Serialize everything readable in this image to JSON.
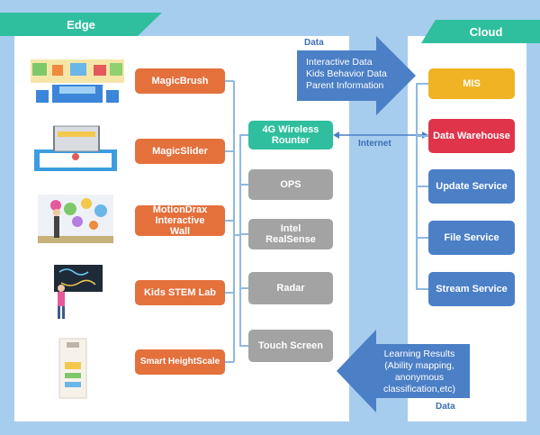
{
  "banners": {
    "edge": "Edge",
    "cloud": "Cloud"
  },
  "labels": {
    "data_top": "Data",
    "internet": "Internet",
    "data_bottom": "Data"
  },
  "arrow_top": [
    "Interactive Data",
    "Kids Behavior Data",
    "Parent Information"
  ],
  "arrow_bottom": [
    "Learning Results",
    "(Ability mapping,",
    "anonymous",
    "classification,etc)"
  ],
  "devices": [
    {
      "label": "MagicBrush",
      "image": "magicbrush-image"
    },
    {
      "label": "MagicSlider",
      "image": "magicslider-image"
    },
    {
      "label": "MotionDrax Interactive Wall",
      "image": "motiondrax-image"
    },
    {
      "label": "Kids STEM Lab",
      "image": "stem-lab-image"
    },
    {
      "label": "Smart HeightScale",
      "image": "heightscale-image"
    }
  ],
  "hub": [
    {
      "label": "4G Wireless Rounter"
    },
    {
      "label": "OPS"
    },
    {
      "label": "Intel RealSense"
    },
    {
      "label": "Radar"
    },
    {
      "label": "Touch Screen"
    }
  ],
  "cloud_services": [
    {
      "label": "MIS",
      "color": "#f0b323"
    },
    {
      "label": "Data Warehouse",
      "color": "#e0344a"
    },
    {
      "label": "Update Service",
      "color": "#4b7fc6"
    },
    {
      "label": "File Service",
      "color": "#4b7fc6"
    },
    {
      "label": "Stream Service",
      "color": "#4b7fc6"
    }
  ],
  "colors": {
    "background": "#a7cdee",
    "banner": "#2fbf9e",
    "device_box": "#e4703c",
    "hub_active": "#2fbf9e",
    "hub_box": "#a3a3a3",
    "arrow": "#4b7fc6"
  }
}
